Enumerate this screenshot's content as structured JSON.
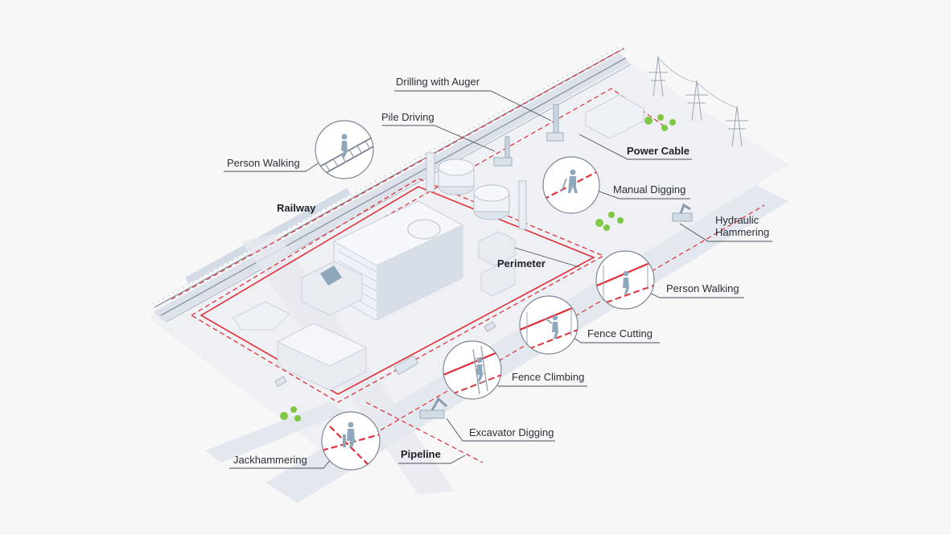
{
  "labels": {
    "drilling_with_auger": "Drilling with Auger",
    "pile_driving": "Pile Driving",
    "person_walking_rail": "Person Walking",
    "power_cable": "Power Cable",
    "manual_digging": "Manual Digging",
    "railway": "Railway",
    "hydraulic_hammering_1": "Hydraulic",
    "hydraulic_hammering_2": "Hammering",
    "perimeter": "Perimeter",
    "person_walking_fence": "Person Walking",
    "fence_cutting": "Fence Cutting",
    "fence_climbing": "Fence Climbing",
    "excavator_digging": "Excavator Digging",
    "jackhammering": "Jackhammering",
    "pipeline": "Pipeline"
  },
  "colors": {
    "background": "#f7f7f8",
    "ground": "#eceef2",
    "road": "#e1e5ec",
    "building": "#e6eaf0",
    "building_side": "#cfd6e0",
    "figure": "#8fa8bd",
    "sensor_line": "#e0303a",
    "leader_line": "#4a505a",
    "tree": "#7ec843"
  },
  "icons": [
    "person-walking-icon",
    "manual-digging-icon",
    "fence-cutting-icon",
    "fence-climbing-icon",
    "jackhammer-icon",
    "excavator-icon",
    "power-tower-icon",
    "tree-icon"
  ]
}
